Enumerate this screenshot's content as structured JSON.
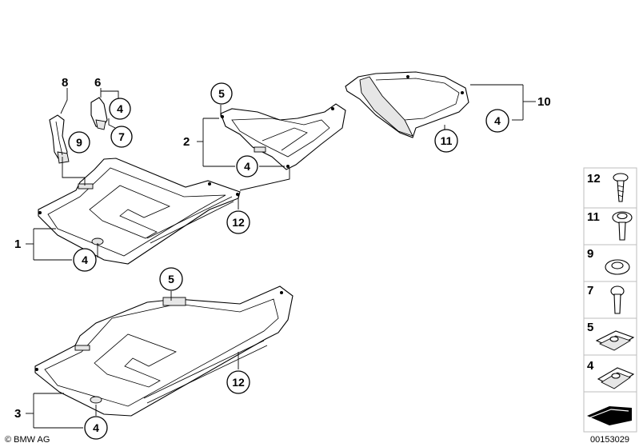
{
  "diagram": {
    "callouts": {
      "c4_upper": "4",
      "c7": "7",
      "c9": "9",
      "c5_mid": "5",
      "c4_mid": "4",
      "c12_mid": "12",
      "c4_left": "4",
      "c11": "11",
      "c4_right": "4",
      "c5_low": "5",
      "c12_low": "12",
      "c4_low": "4"
    },
    "labels": {
      "l8": "8",
      "l6": "6",
      "l2": "2",
      "l1": "1",
      "l10": "10",
      "l3": "3"
    },
    "legend": [
      "12",
      "11",
      "9",
      "7",
      "5",
      "4"
    ],
    "footer": {
      "copyright": "© BMW AG",
      "code": "00153029"
    }
  }
}
